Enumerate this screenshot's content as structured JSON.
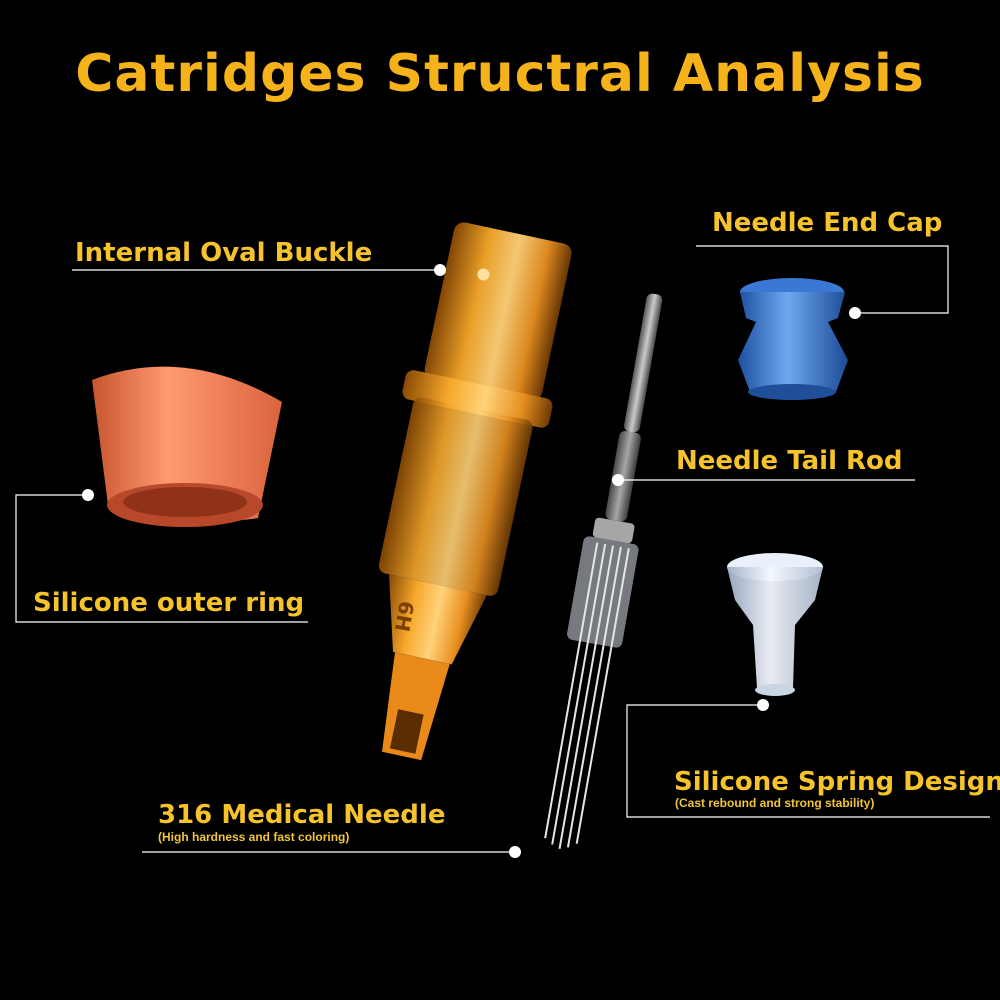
{
  "title": "Catridges Structral Analysis",
  "labels": {
    "internal_oval_buckle": "Internal Oval Buckle",
    "needle_end_cap": "Needle End Cap",
    "needle_tail_rod": "Needle Tail Rod",
    "silicone_outer_ring": "Silicone outer ring",
    "silicone_spring_design": "Silicone Spring Design",
    "silicone_spring_design_note": "(Cast rebound and strong stability)",
    "medical_needle": "316 Medical Needle",
    "medical_needle_note": "(High hardness and fast coloring)"
  },
  "cartridge_marking": "6H",
  "colors": {
    "background": "#000000",
    "title": "#f6b21a",
    "label_text": "#f6c32a",
    "leader_line": "#ffffff",
    "cartridge": "#f2a020",
    "silicone_ring": "#f08050",
    "end_cap": "#3f7fd8",
    "spring": "#dfe8f5"
  }
}
